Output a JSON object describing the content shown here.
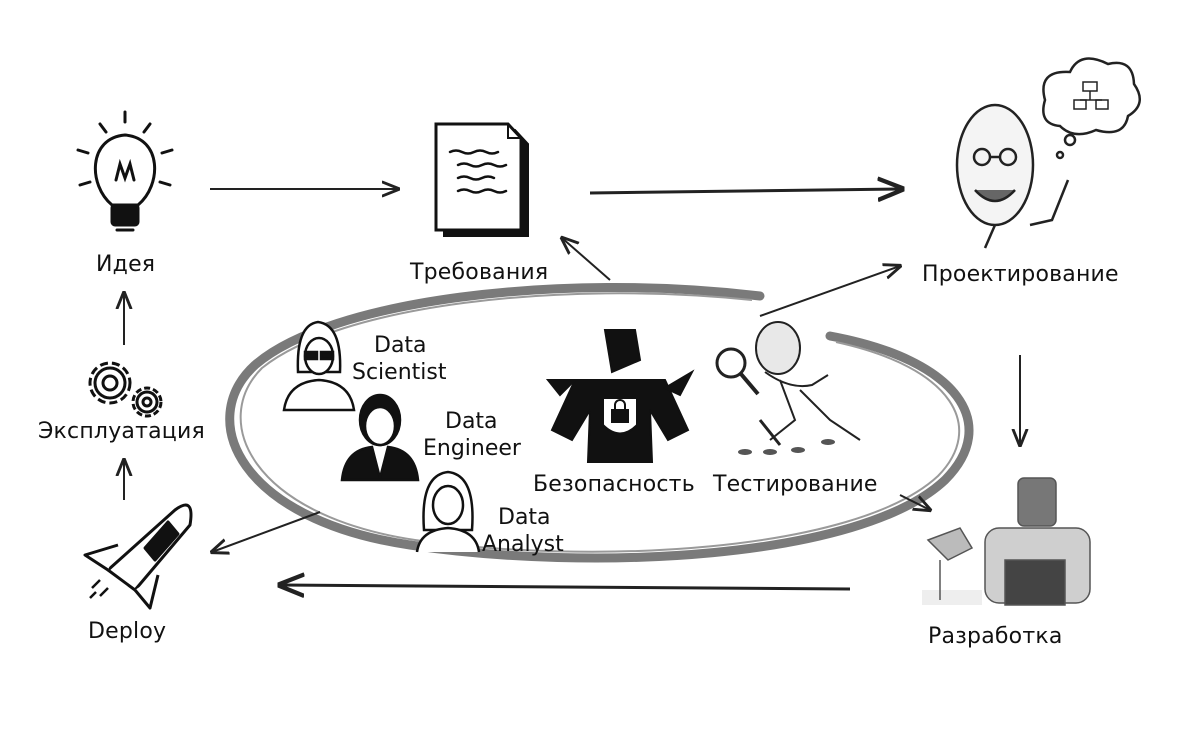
{
  "stages": {
    "idea": "Идея",
    "requirements": "Требования",
    "design": "Проектирование",
    "operation": "Эксплуатация",
    "deploy": "Deploy",
    "development": "Разработка"
  },
  "center": {
    "security": "Безопасность",
    "testing": "Тестирование"
  },
  "roles": {
    "scientist": [
      "Data",
      "Scientist"
    ],
    "engineer": [
      "Data",
      "Engineer"
    ],
    "analyst": [
      "Data",
      "Analyst"
    ]
  },
  "icons": {
    "idea": "lightbulb-icon",
    "requirements": "document-icon",
    "design": "thinking-person-icon",
    "operation": "gears-icon",
    "deploy": "rocket-icon",
    "development": "developer-at-laptop-icon",
    "security": "superhero-shield-icon",
    "testing": "magnifier-person-icon",
    "scientist": "woman-with-glasses-icon",
    "engineer": "man-avatar-icon",
    "analyst": "woman-avatar-icon"
  }
}
